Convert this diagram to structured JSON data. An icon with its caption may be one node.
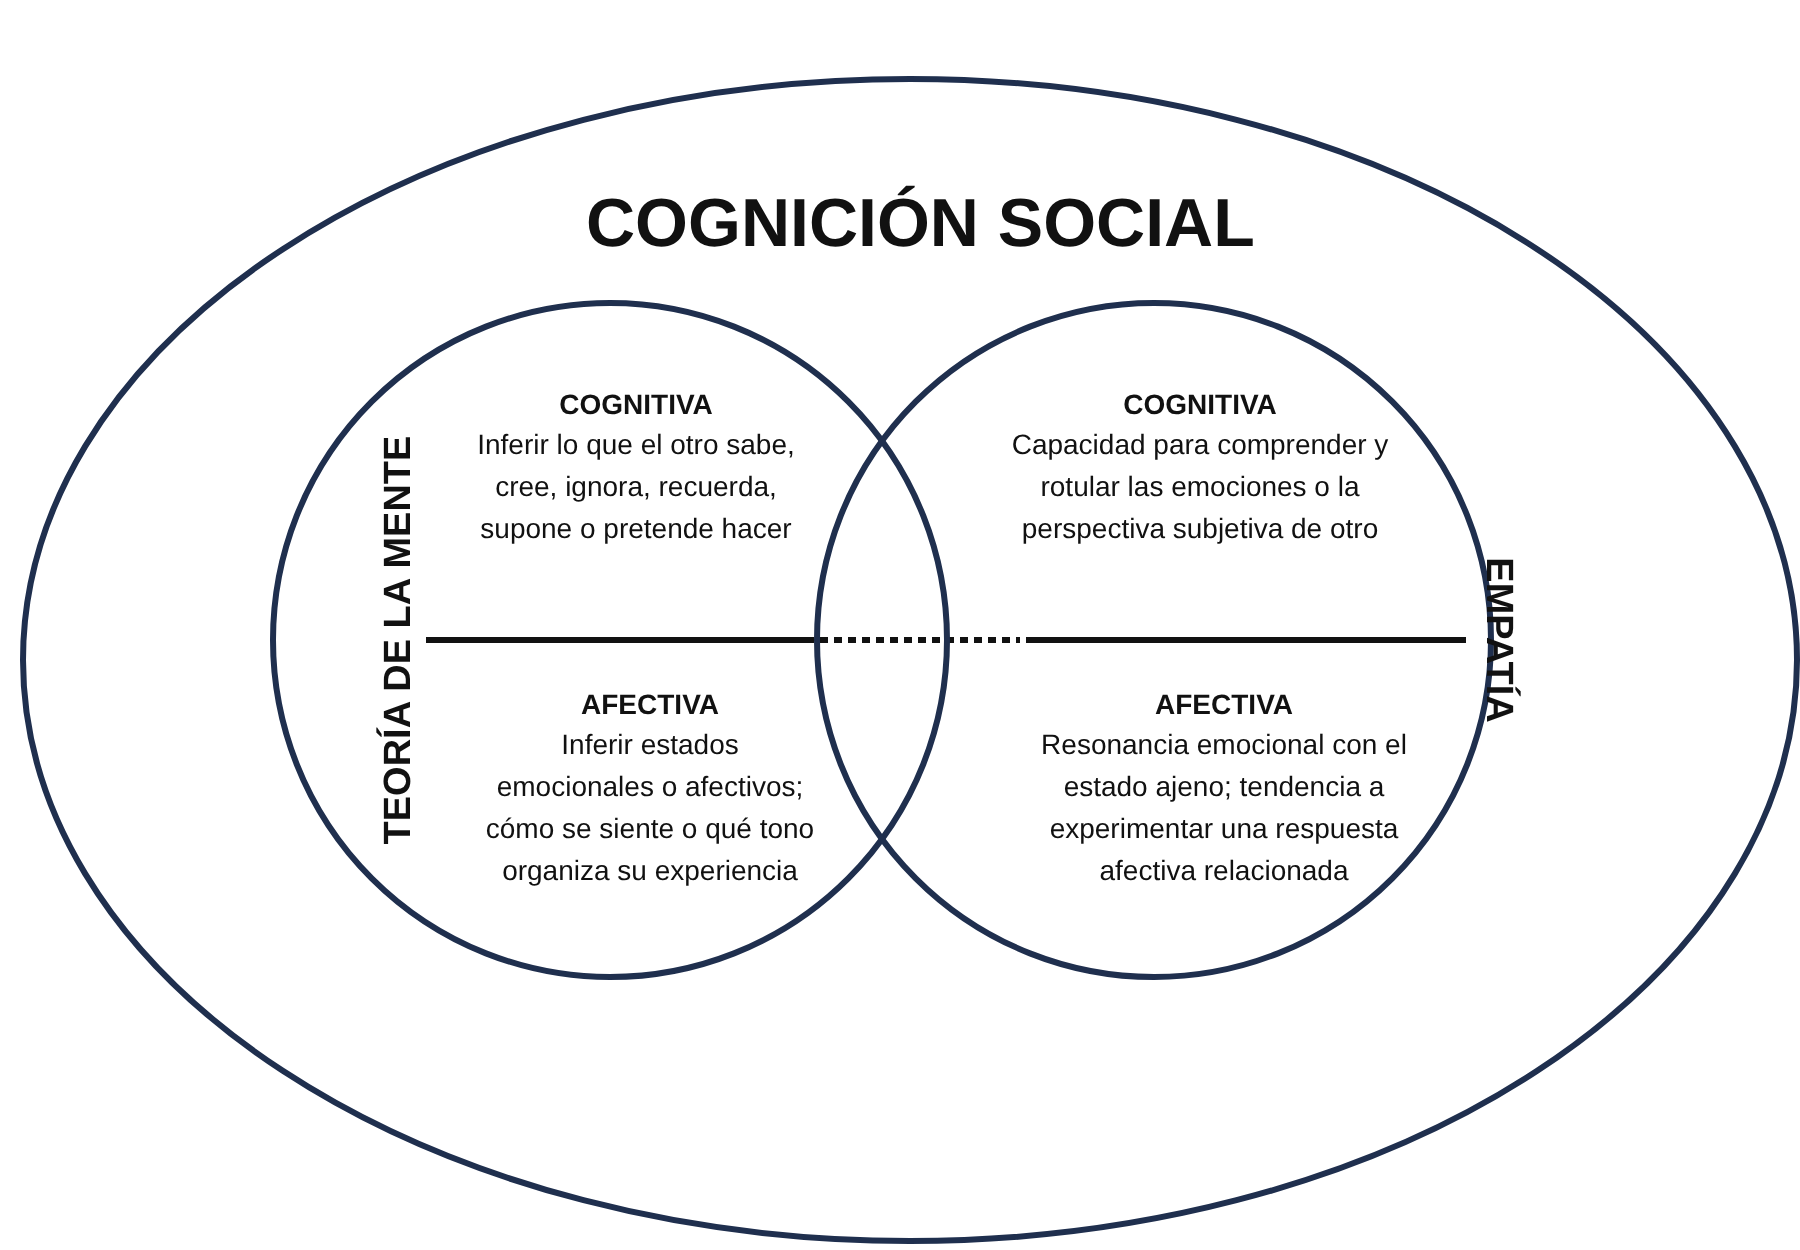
{
  "diagram": {
    "nodes": [
      {
        "text": [
          "COGNICIÓN SOCIAL"
        ]
      },
      {
        "text": [
          "TEORÍA DE LA MENTE",
          "COGNITIVA",
          "Inferir lo que el otro sabe, cree, ignora, recuerda, supone o pretende hacer",
          "AFECTIVA",
          "Inferir estados emocionales o afectivos; cómo se siente o qué tono organiza su experiencia"
        ],
        "in": 0
      },
      {
        "text": [
          "EMPATÍA",
          "COGNITIVA",
          "Capacidad para comprender y rotular las emociones o la perspectiva subjetiva de otro",
          "AFECTIVA",
          "Resonancia emocional con el estado ajeno; tendencia a experimentar una respuesta afectiva relacionada"
        ],
        "in": 0
      }
    ],
    "edges": []
  }
}
